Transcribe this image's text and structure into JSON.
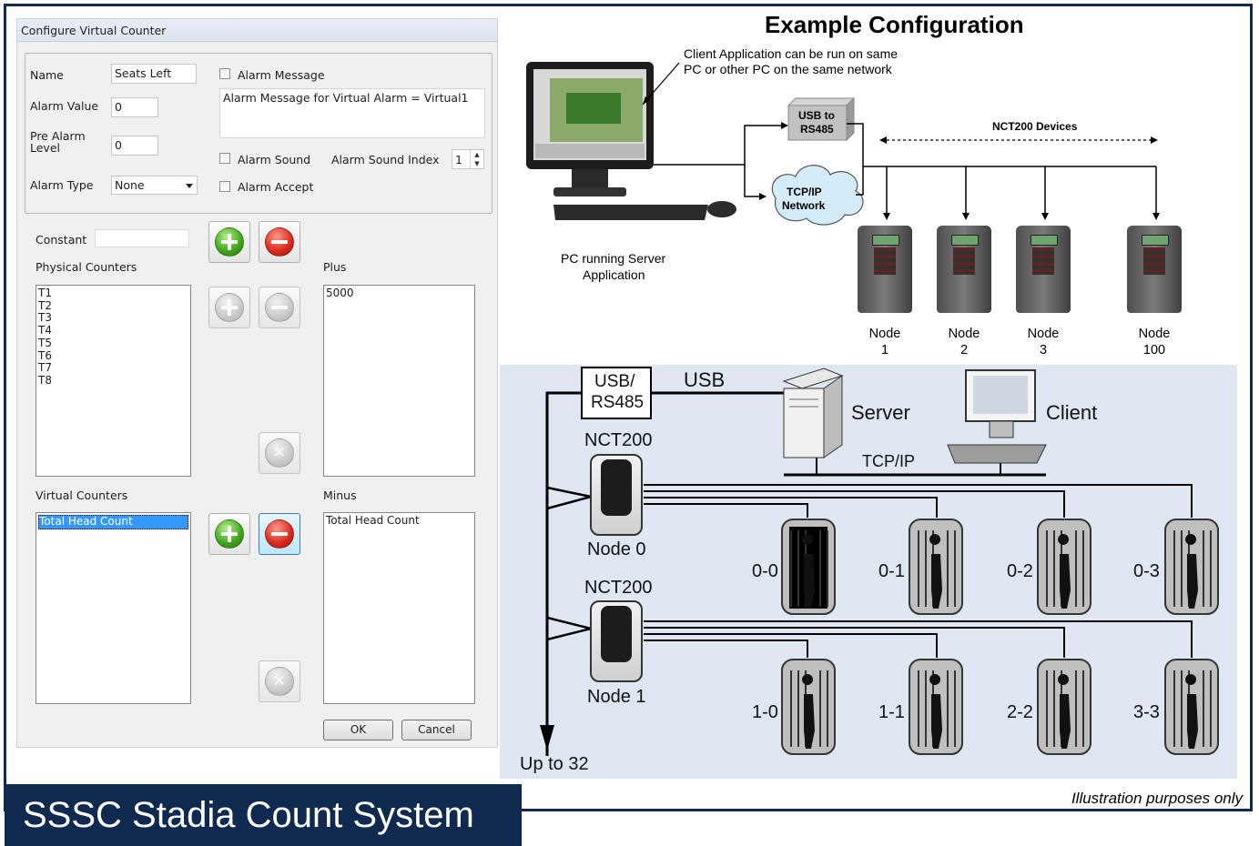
{
  "dialog": {
    "title": "Configure Virtual Counter",
    "name_label": "Name",
    "name_value": "Seats Left",
    "alarm_value_label": "Alarm Value",
    "alarm_value": "0",
    "pre_alarm_label_1": "Pre Alarm",
    "pre_alarm_label_2": "Level",
    "pre_alarm_value": "0",
    "alarm_type_label": "Alarm Type",
    "alarm_type_value": "None",
    "alarm_message_label": "Alarm Message",
    "alarm_message_text": "Alarm Message for Virtual Alarm = Virtual1",
    "alarm_sound_label": "Alarm Sound",
    "alarm_sound_index_label": "Alarm Sound Index",
    "alarm_sound_index_value": "1",
    "alarm_accept_label": "Alarm Accept",
    "constant_label": "Constant",
    "constant_value": "",
    "physical_counters_label": "Physical Counters",
    "physical_counters": [
      "T1",
      "T2",
      "T3",
      "T4",
      "T5",
      "T6",
      "T7",
      "T8"
    ],
    "plus_label": "Plus",
    "plus_items": [
      "5000"
    ],
    "virtual_counters_label": "Virtual Counters",
    "virtual_counters": [
      "Total Head Count"
    ],
    "minus_label": "Minus",
    "minus_items": [
      "Total Head Count"
    ],
    "ok_label": "OK",
    "cancel_label": "Cancel"
  },
  "config": {
    "title": "Example Configuration",
    "client_note_1": "Client Application can be run on same",
    "client_note_2": "PC or other PC on the same network",
    "usb_box_1": "USB to",
    "usb_box_2": "RS485",
    "tcpip_1": "TCP/IP",
    "tcpip_2": "Network",
    "devices_label": "NCT200 Devices",
    "pc_label_1": "PC running Server",
    "pc_label_2": "Application",
    "nodes": [
      {
        "name": "Node",
        "num": "1"
      },
      {
        "name": "Node",
        "num": "2"
      },
      {
        "name": "Node",
        "num": "3"
      },
      {
        "name": "Node",
        "num": "100"
      }
    ]
  },
  "lower": {
    "usb_rs485_1": "USB/",
    "usb_rs485_2": "RS485",
    "usb": "USB",
    "server": "Server",
    "client": "Client",
    "tcpip": "TCP/IP",
    "nct200_a": "NCT200",
    "node0": "Node 0",
    "nct200_b": "NCT200",
    "node1": "Node 1",
    "up_to": "Up to 32",
    "row0": [
      "0-0",
      "0-1",
      "0-2",
      "0-3"
    ],
    "row1": [
      "1-0",
      "1-1",
      "2-2",
      "3-3"
    ]
  },
  "footer": {
    "banner": "SSSC Stadia Count System",
    "note": "Illustration purposes only"
  },
  "colors": {
    "navy": "#102a4f",
    "lower_bg": "#dfe8f2",
    "selection": "#3399ff"
  }
}
